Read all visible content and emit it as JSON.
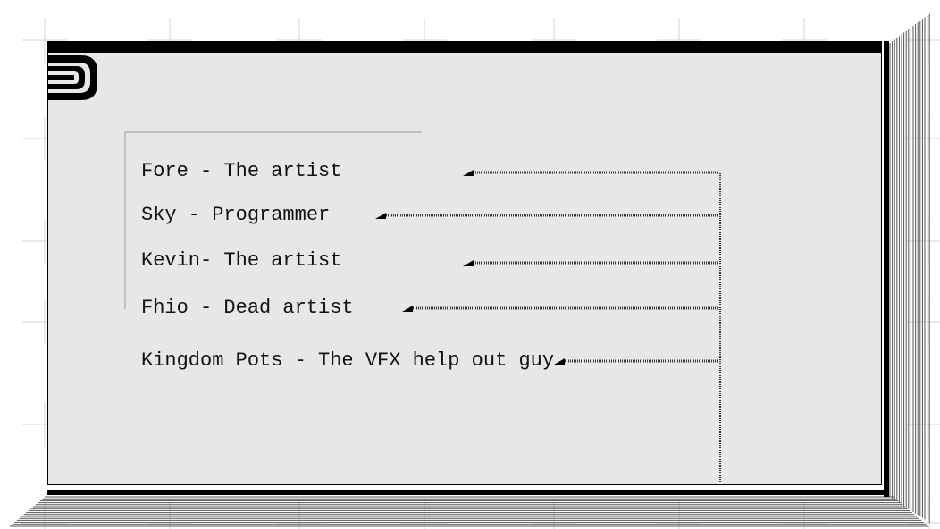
{
  "panel": {
    "background": "#e6e7e6",
    "frame_color": "#000000",
    "grid_color": "#cfcfcf"
  },
  "logo": {
    "icon": "corner-bracket-logo-icon"
  },
  "credits": [
    {
      "text": "Fore - The artist"
    },
    {
      "text": "Sky - Programmer"
    },
    {
      "text": "Kevin- The artist"
    },
    {
      "text": "Fhio - Dead artist"
    },
    {
      "text": "Kingdom Pots - The VFX help out guy"
    }
  ]
}
